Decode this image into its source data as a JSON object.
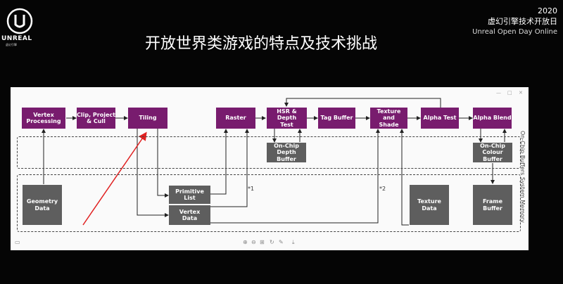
{
  "brand": {
    "logo_text": "UNREAL",
    "logo_sub": "虚幻引擎"
  },
  "header": {
    "title": "开放世界类游戏的特点及技术挑战",
    "year": "2020",
    "event_cn": "虚幻引擎技术开放日",
    "event_en": "Unreal Open Day Online"
  },
  "diagram": {
    "nodes": {
      "vertex_processing": "Vertex\nProcessing",
      "clip_project_cull": "Clip, Project\n& Cull",
      "tiling": "Tiling",
      "raster": "Raster",
      "hsr_depth_test": "HSR & Depth\nTest",
      "tag_buffer": "Tag Buffer",
      "texture_shade": "Texture and\nShade",
      "alpha_test": "Alpha Test",
      "alpha_blend": "Alpha Blend",
      "onchip_depth_buffer": "On-Chip\nDepth Buffer",
      "onchip_colour_buffer": "On-Chip\nColour Buffer",
      "geometry_data": "Geometry\nData",
      "primitive_list": "Primitive\nList",
      "vertex_data": "Vertex\nData",
      "texture_data": "Texture Data",
      "frame_buffer": "Frame Buffer"
    },
    "regions": {
      "onchip": "On-Chip Buffers",
      "system_memory": "System Memory"
    },
    "notes": {
      "n1": "*1",
      "n2": "*2"
    },
    "colors": {
      "stage": "#781c6e",
      "memory": "#5e5e5e",
      "annotation": "#e02020"
    }
  },
  "viewer": {
    "toolbar_icons": [
      "zoom-in-icon",
      "zoom-out-icon",
      "fit-icon",
      "rotate-icon",
      "pen-icon",
      "download-icon"
    ]
  }
}
